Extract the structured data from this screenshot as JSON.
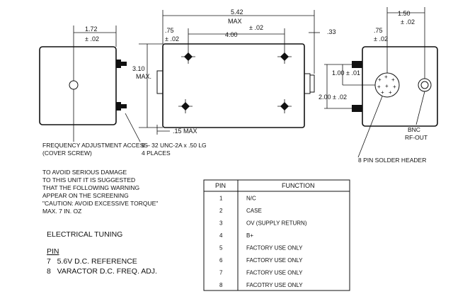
{
  "dimensions": {
    "left_width": "1.72",
    "left_tol": "± .02",
    "overall_length": "5.42",
    "overall_max": "MAX",
    "mount_offset": ".75",
    "mount_offset_tol": "± .02",
    "hole_spacing": "4.00",
    "hole_spacing_tol": "± .02",
    "connector_len": ".33",
    "height_val": "3.10",
    "height_max": "MAX.",
    "vert_100": "1.00 ± .01",
    "vert_200": "2.00 ± .02",
    "right_offset": ".75",
    "right_offset_tol": "± .02",
    "right_width": "1.50",
    "right_width_tol": "± .02",
    "bottom_15": ".15 MAX"
  },
  "callouts": {
    "freq_adj_1": "FREQUENCY ADJUSTMENT ACCESS",
    "freq_adj_2": "(COVER SCREW)",
    "screw_1": "6 – 32 UNC-2A x .50 LG",
    "screw_2": "4 PLACES",
    "bnc_1": "BNC",
    "bnc_2": "RF-OUT",
    "header": "8 PIN SOLDER HEADER"
  },
  "warning": [
    "TO AVOID SERIOUS DAMAGE",
    "TO THIS UNIT IT IS SUGGESTED",
    "THAT THE FOLLOWING WARNING",
    "APPEAR ON THE SCREENING",
    "\"CAUTION: AVOID EXCESSIVE TORQUE\"",
    "MAX. 7 IN. OZ"
  ],
  "tuning": {
    "title": "ELECTRICAL TUNING",
    "pin_heading": "PIN",
    "rows": [
      "7   5.6V D.C. REFERENCE",
      "8   VARACTOR D.C. FREQ. ADJ."
    ]
  },
  "pin_table": {
    "headers": [
      "PIN",
      "FUNCTION"
    ],
    "rows": [
      {
        "pin": "1",
        "function": "N/C"
      },
      {
        "pin": "2",
        "function": "CASE"
      },
      {
        "pin": "3",
        "function": "OV (SUPPLY RETURN)"
      },
      {
        "pin": "4",
        "function": "B+"
      },
      {
        "pin": "5",
        "function": "FACTORY USE ONLY"
      },
      {
        "pin": "6",
        "function": "FACTORY USE ONLY"
      },
      {
        "pin": "7",
        "function": "FACTORY USE ONLY"
      },
      {
        "pin": "8",
        "function": "FACOTRY USE ONLY"
      }
    ]
  }
}
